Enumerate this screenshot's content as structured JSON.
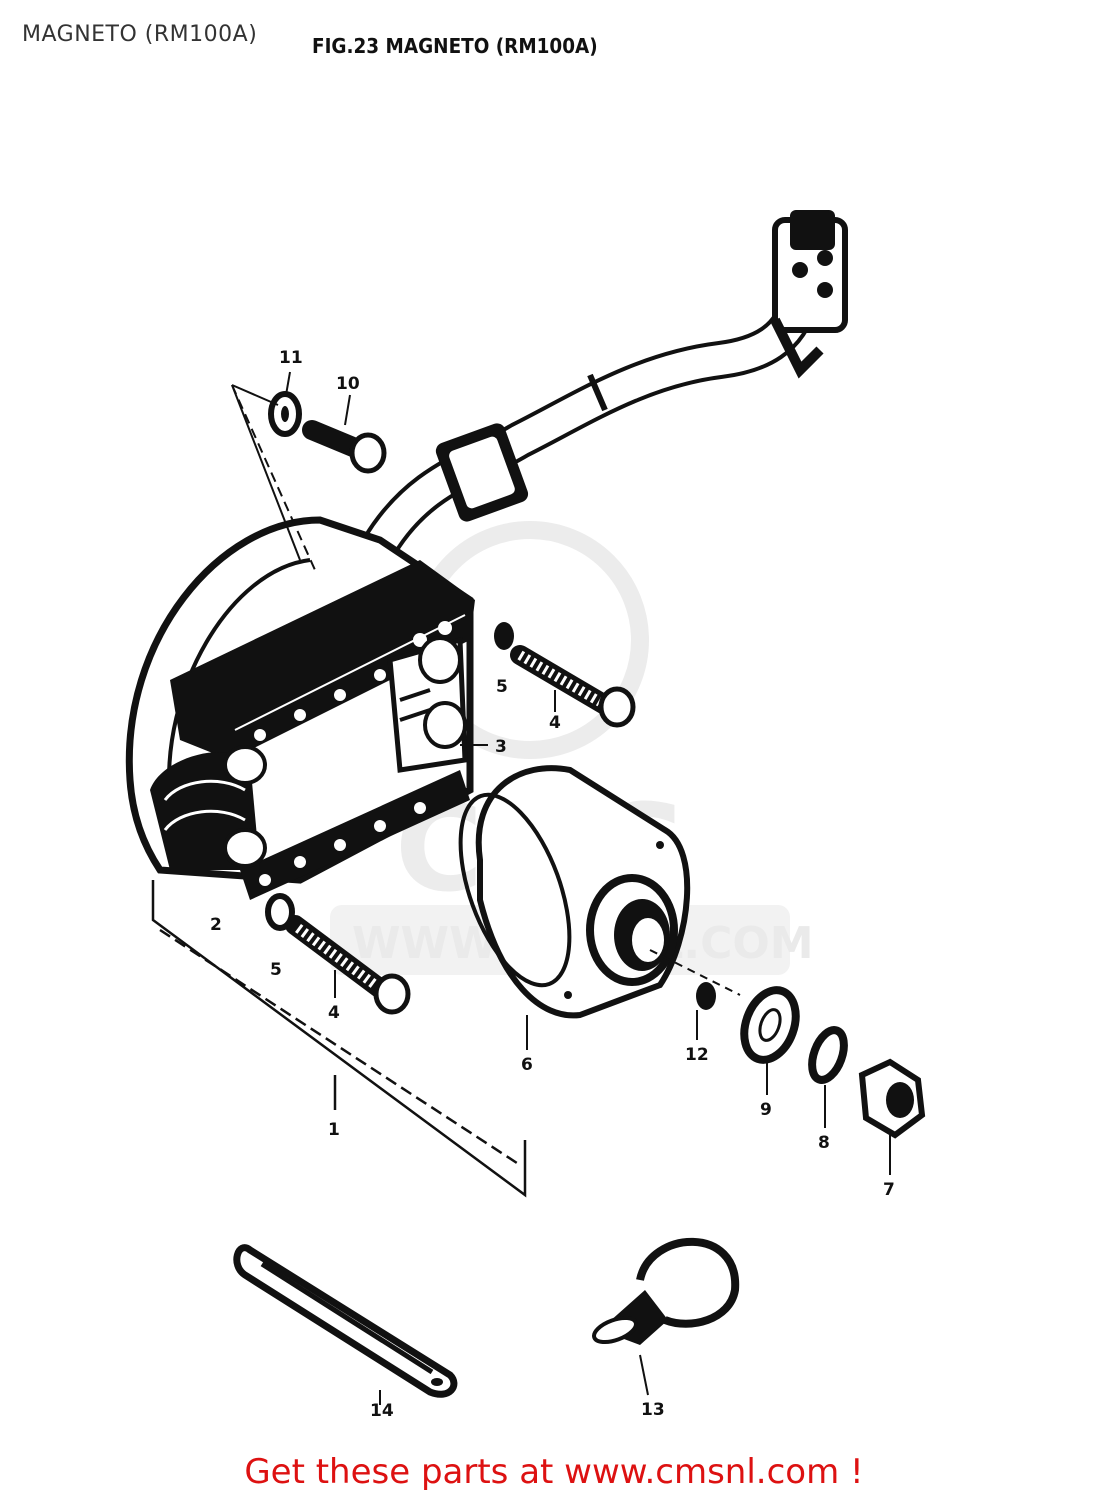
{
  "header": {
    "title": "MAGNETO (RM100A)",
    "figure_label": "FIG.23  MAGNETO (RM100A)"
  },
  "watermark": {
    "logo": "CMS",
    "url": "WWW.CMSNL.COM"
  },
  "callouts": [
    "1",
    "2",
    "3",
    "4",
    "4",
    "5",
    "5",
    "6",
    "7",
    "8",
    "9",
    "10",
    "11",
    "12",
    "13",
    "14"
  ],
  "footer": {
    "cta": "Get these parts at www.cmsnl.com !"
  },
  "colors": {
    "ink": "#111111",
    "cta": "#dd1111",
    "watermark": "#e8e8e8"
  }
}
